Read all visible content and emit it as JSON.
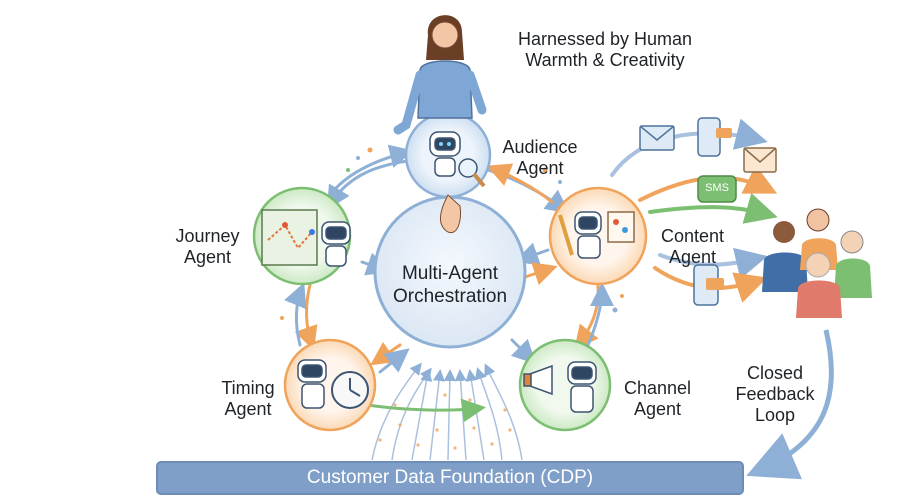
{
  "header": {
    "caption": "Harnessed by Human\nWarmth & Creativity"
  },
  "center": {
    "label": "Multi-Agent\nOrchestration"
  },
  "agents": {
    "audience": "Audience\nAgent",
    "content": "Content\nAgent",
    "channel": "Channel\nAgent",
    "timing": "Timing\nAgent",
    "journey": "Journey\nAgent"
  },
  "feedback": {
    "label": "Closed\nFeedback\nLoop"
  },
  "foundation": {
    "label": "Customer Data Foundation (CDP)"
  },
  "sms": {
    "label": "SMS"
  },
  "colors": {
    "blue": "#8fb0d6",
    "orange": "#f0a35a",
    "green": "#7cbf73",
    "cdp": "#7f9fc8"
  }
}
